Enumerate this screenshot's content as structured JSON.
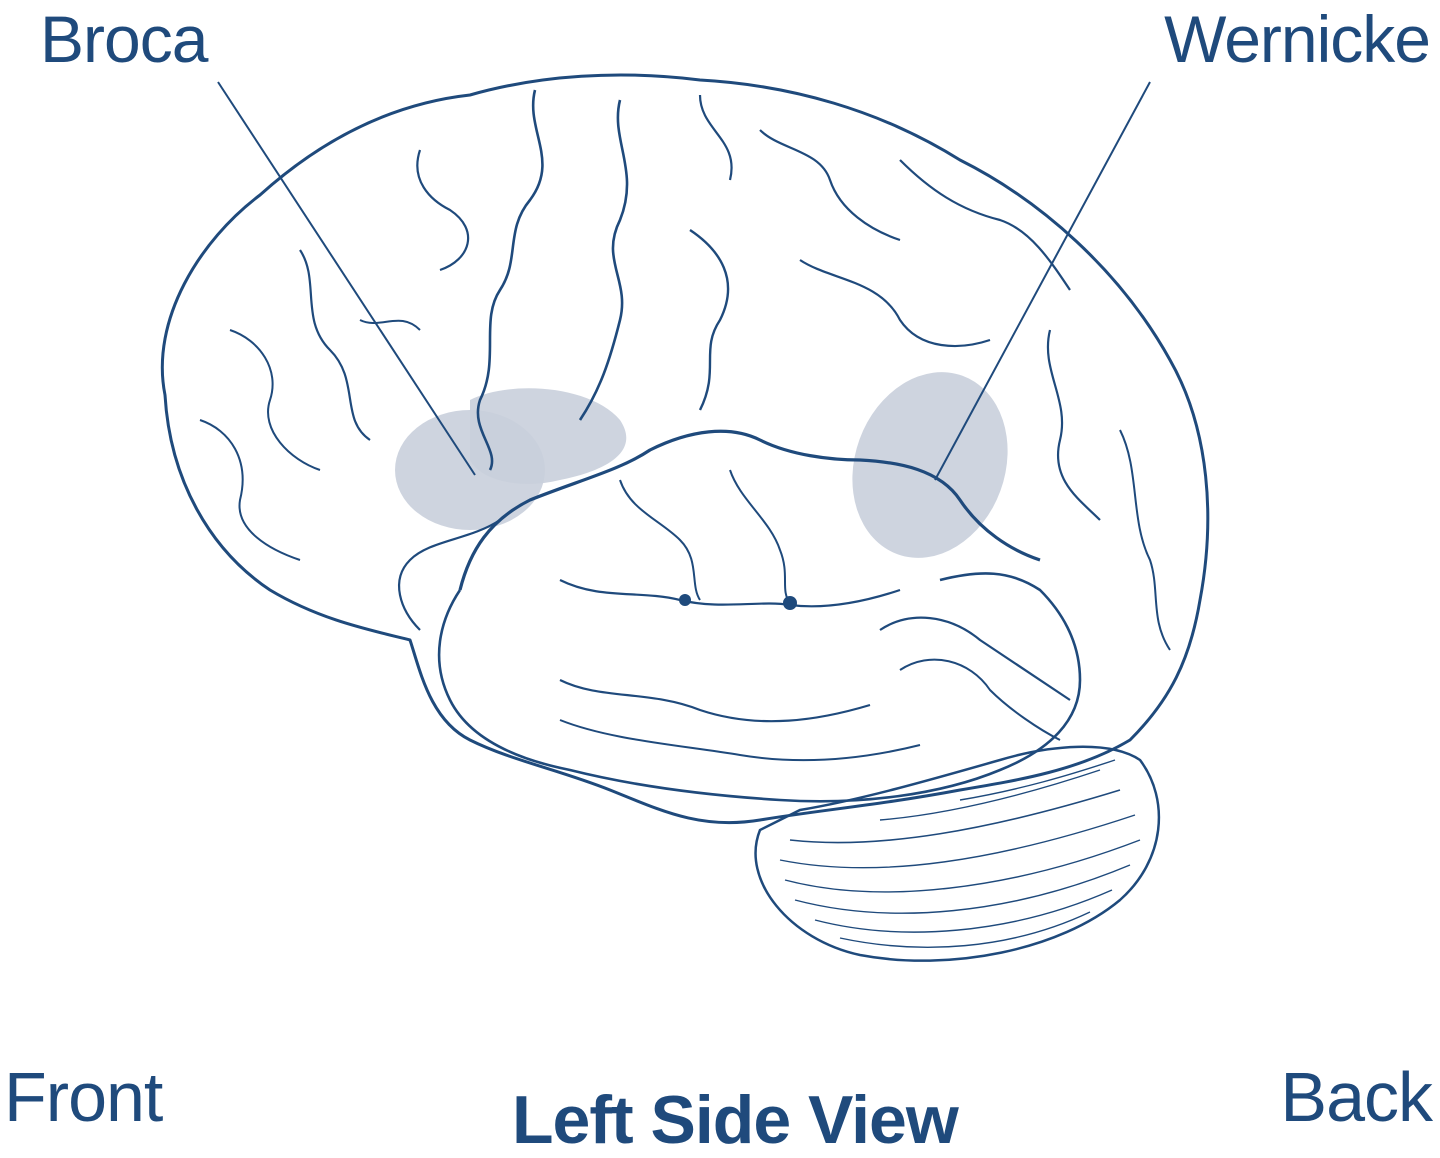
{
  "labels": {
    "broca": "Broca",
    "wernicke": "Wernicke",
    "front": "Front",
    "back": "Back",
    "view_title": "Left Side View"
  },
  "colors": {
    "ink": "#1f4a7c",
    "region_fill": "#c9cfdc"
  }
}
